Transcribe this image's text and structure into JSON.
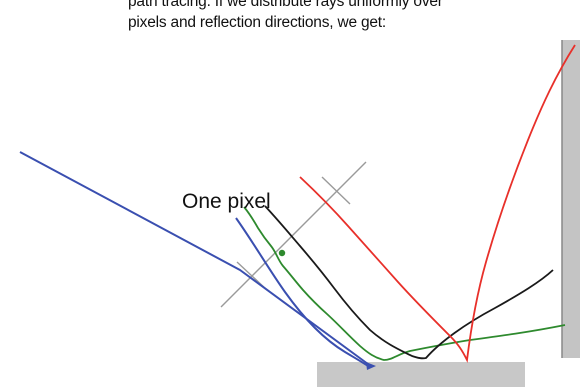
{
  "caption": {
    "line1": "path tracing. If we distribute rays uniformly over",
    "line2": "pixels and reflection directions, we get:"
  },
  "diagram": {
    "pixel_label": "One pixel",
    "colors": {
      "blue": "#3a4fb0",
      "green": "#2e8a2e",
      "black": "#1a1a1a",
      "red": "#e8302a",
      "gray_surface": "#c8c8c8",
      "gray_wall": "#c4c4c4",
      "pixel_cross": "#9a9a9a"
    }
  }
}
